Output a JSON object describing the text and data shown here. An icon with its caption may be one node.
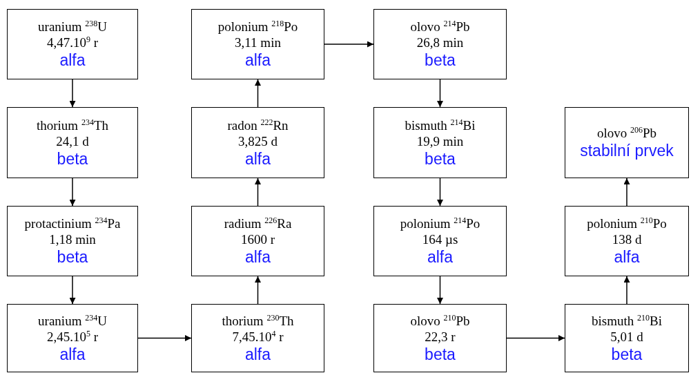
{
  "diagram": {
    "nodes": [
      {
        "text": [
          "uranium $^{238}$U",
          "4,47.10$^{9}$ r",
          "alfa"
        ]
      },
      {
        "text": [
          "polonium $^{218}$Po",
          "3,11 min",
          "alfa"
        ]
      },
      {
        "text": [
          "olovo $^{214}$Pb",
          "26,8 min",
          "beta"
        ]
      },
      {
        "text": [
          "thorium $^{234}$Th",
          "24,1 d",
          "beta"
        ]
      },
      {
        "text": [
          "radon $^{222}$Rn",
          "3,825 d",
          "alfa"
        ]
      },
      {
        "text": [
          "bismuth $^{214}$Bi",
          "19,9 min",
          "beta"
        ]
      },
      {
        "text": [
          "olovo $^{206}$Pb",
          "stabilní prvek"
        ]
      },
      {
        "text": [
          "protactinium $^{234}$Pa",
          "1,18 min",
          "beta"
        ]
      },
      {
        "text": [
          "radium $^{226}$Ra",
          "1600 r",
          "alfa"
        ]
      },
      {
        "text": [
          "polonium $^{214}$Po",
          "164 µs",
          "alfa"
        ]
      },
      {
        "text": [
          "polonium $^{210}$Po",
          "138 d",
          "alfa"
        ]
      },
      {
        "text": [
          "uranium $^{234}$U",
          "2,45.10$^{5}$ r",
          "alfa"
        ]
      },
      {
        "text": [
          "thorium $^{230}$Th",
          "7,45.10$^{4}$ r",
          "alfa"
        ]
      },
      {
        "text": [
          "olovo $^{210}$Pb",
          "22,3 r",
          "beta"
        ]
      },
      {
        "text": [
          "bismuth $^{210}$Bi",
          "5,01 d",
          "beta"
        ]
      }
    ],
    "edges": [
      {
        "from": 0,
        "to": 3,
        "arrow": "to"
      },
      {
        "from": 3,
        "to": 7,
        "arrow": "to"
      },
      {
        "from": 7,
        "to": 11,
        "arrow": "to"
      },
      {
        "from": 11,
        "to": 12,
        "arrow": "to"
      },
      {
        "from": 12,
        "to": 8,
        "arrow": "to"
      },
      {
        "from": 8,
        "to": 4,
        "arrow": "to"
      },
      {
        "from": 4,
        "to": 1,
        "arrow": "to"
      },
      {
        "from": 1,
        "to": 2,
        "arrow": "to"
      },
      {
        "from": 2,
        "to": 5,
        "arrow": "to"
      },
      {
        "from": 5,
        "to": 9,
        "arrow": "to"
      },
      {
        "from": 9,
        "to": 13,
        "arrow": "to"
      },
      {
        "from": 13,
        "to": 14,
        "arrow": "to"
      },
      {
        "from": 14,
        "to": 10,
        "arrow": "to"
      },
      {
        "from": 10,
        "to": 6,
        "arrow": "to"
      }
    ]
  }
}
